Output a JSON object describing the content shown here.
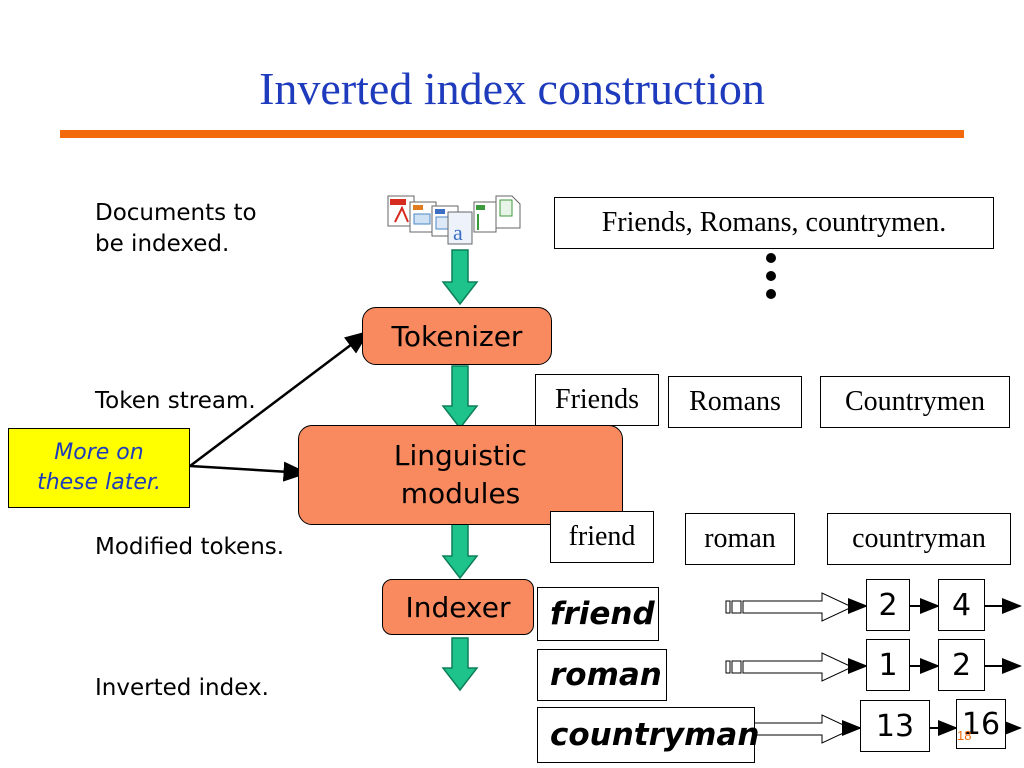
{
  "title": "Inverted index construction",
  "labels": {
    "documents_line1": "Documents to",
    "documents_line2": "be indexed.",
    "token_stream": "Token stream.",
    "modified_tokens": "Modified tokens.",
    "inverted_index": "Inverted index."
  },
  "note": {
    "line1": "More on",
    "line2": "these later."
  },
  "source_text": "Friends, Romans, countrymen.",
  "processes": {
    "tokenizer": "Tokenizer",
    "linguistic_line1": "Linguistic",
    "linguistic_line2": "modules",
    "indexer": "Indexer"
  },
  "tokens": [
    "Friends",
    "Romans",
    "Countrymen"
  ],
  "modified_tokens": [
    "friend",
    "roman",
    "countryman"
  ],
  "index_terms": [
    {
      "term": "friend",
      "postings": [
        "2",
        "4"
      ]
    },
    {
      "term": "roman",
      "postings": [
        "1",
        "2"
      ]
    },
    {
      "term": "countryman",
      "postings": [
        "13",
        "16"
      ]
    }
  ],
  "slide_number": "18",
  "colors": {
    "title": "#1f3bbd",
    "rule": "#f26a0c",
    "process_fill": "#f98a5f",
    "flow_arrow": "#1dc38a",
    "note_fill": "#ffff00"
  },
  "icons": [
    "document-icons"
  ]
}
